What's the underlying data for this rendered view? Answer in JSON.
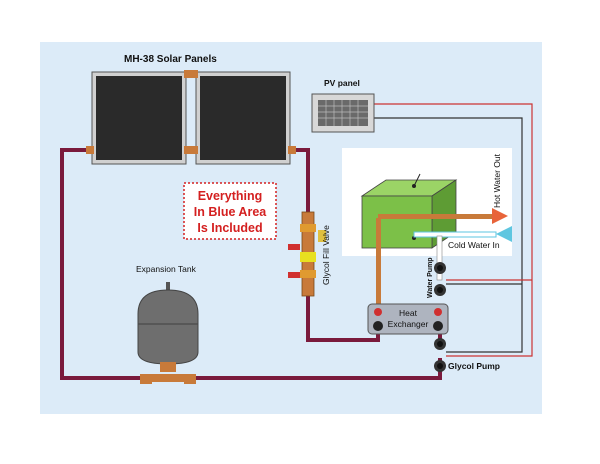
{
  "labels": {
    "solar_panels": "MH-38 Solar Panels",
    "pv_panel": "PV panel",
    "callout_line1": "Everything",
    "callout_line2": "In Blue Area",
    "callout_line3": "Is Included",
    "glycol_fill_valve": "Glycol Fill Valve",
    "expansion_tank": "Expansion Tank",
    "hot_water_out": "Hot Water Out",
    "cold_water_in": "Cold Water In",
    "water_pump": "Water Pump",
    "heat_exchanger_line1": "Heat",
    "heat_exchanger_line2": "Exchanger",
    "glycol_pump": "Glycol Pump"
  },
  "colors": {
    "blue_area": "#dcebf8",
    "glycol_loop": "#7a1a3c",
    "power_wire_red": "#cc3333",
    "power_wire_dark": "#333333",
    "copper_pipe": "#c87a3a",
    "tank_green": "#7cc048",
    "hot_arrow": "#e8643a",
    "cold_arrow": "#5ec6e0",
    "callout_red": "#d42020",
    "expansion_tank_gray": "#6e6e6e"
  }
}
